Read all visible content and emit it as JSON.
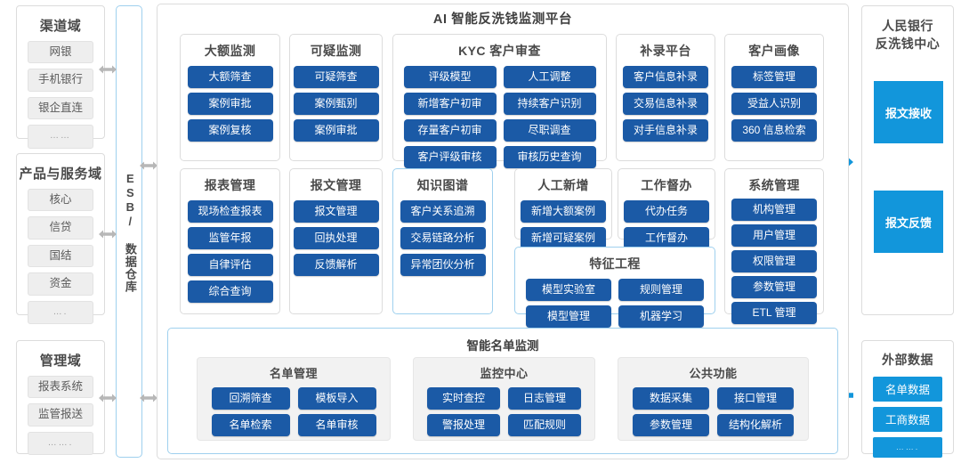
{
  "platform": {
    "title": "AI 智能反洗钱监测平台",
    "modules": [
      {
        "name": "大额监测",
        "accent": false,
        "buttons": [
          "大额筛查",
          "案例审批",
          "案例复核"
        ]
      },
      {
        "name": "可疑监测",
        "accent": false,
        "buttons": [
          "可疑筛查",
          "案例甄别",
          "案例审批"
        ]
      },
      {
        "name": "KYC 客户审查",
        "accent": false,
        "buttons": [
          "评级模型",
          "人工调整",
          "新增客户初审",
          "持续客户识别",
          "存量客户初审",
          "尽职调查",
          "客户评级审核",
          "审核历史查询"
        ]
      },
      {
        "name": "补录平台",
        "accent": false,
        "buttons": [
          "客户信息补录",
          "交易信息补录",
          "对手信息补录"
        ]
      },
      {
        "name": "客户画像",
        "accent": false,
        "buttons": [
          "标签管理",
          "受益人识别",
          "360 信息检索"
        ]
      },
      {
        "name": "报表管理",
        "accent": false,
        "buttons": [
          "现场检查报表",
          "监管年报",
          "自律评估",
          "综合查询"
        ]
      },
      {
        "name": "报文管理",
        "accent": false,
        "buttons": [
          "报文管理",
          "回执处理",
          "反馈解析"
        ]
      },
      {
        "name": "知识图谱",
        "accent": true,
        "buttons": [
          "客户关系追溯",
          "交易链路分析",
          "异常团伙分析"
        ]
      },
      {
        "name": "人工新增",
        "accent": false,
        "buttons": [
          "新增大额案例",
          "新增可疑案例"
        ]
      },
      {
        "name": "工作督办",
        "accent": false,
        "buttons": [
          "代办任务",
          "工作督办"
        ]
      },
      {
        "name": "特征工程",
        "accent": true,
        "buttons": [
          "模型实验室",
          "规则管理",
          "模型管理",
          "机器学习"
        ]
      },
      {
        "name": "系统管理",
        "accent": false,
        "buttons": [
          "机构管理",
          "用户管理",
          "权限管理",
          "参数管理",
          "ETL 管理"
        ]
      }
    ]
  },
  "smartlist": {
    "title": "智能名单监测",
    "groups": [
      {
        "name": "名单管理",
        "buttons": [
          "回溯筛查",
          "模板导入",
          "名单检索",
          "名单审核"
        ]
      },
      {
        "name": "监控中心",
        "buttons": [
          "实时查控",
          "日志管理",
          "警报处理",
          "匹配规则"
        ]
      },
      {
        "name": "公共功能",
        "buttons": [
          "数据采集",
          "接口管理",
          "参数管理",
          "结构化解析"
        ]
      }
    ]
  },
  "esb": {
    "label": "ESB/ 数据仓库"
  },
  "left_domains": [
    {
      "title": "渠道域",
      "items": [
        "网银",
        "手机银行",
        "银企直连",
        "……"
      ]
    },
    {
      "title": "产品与服务域",
      "items": [
        "核心",
        "信贷",
        "国结",
        "资金",
        "…."
      ]
    },
    {
      "title": "管理域",
      "items": [
        "报表系统",
        "监管报送",
        "……."
      ]
    }
  ],
  "right_panels": {
    "pboc": {
      "title_line1": "人民银行",
      "title_line2": "反洗钱中心",
      "blocks": [
        "报文接收",
        "报文反馈"
      ]
    },
    "external": {
      "title": "外部数据",
      "items": [
        "名单数据",
        "工商数据",
        "……."
      ]
    }
  },
  "colors": {
    "button_blue": "#1b5aa6",
    "panel_blue": "#1296db",
    "accent_border": "#9fd0ee",
    "arrow_gray": "#b0b0b0",
    "arrow_blue": "#1296db"
  }
}
